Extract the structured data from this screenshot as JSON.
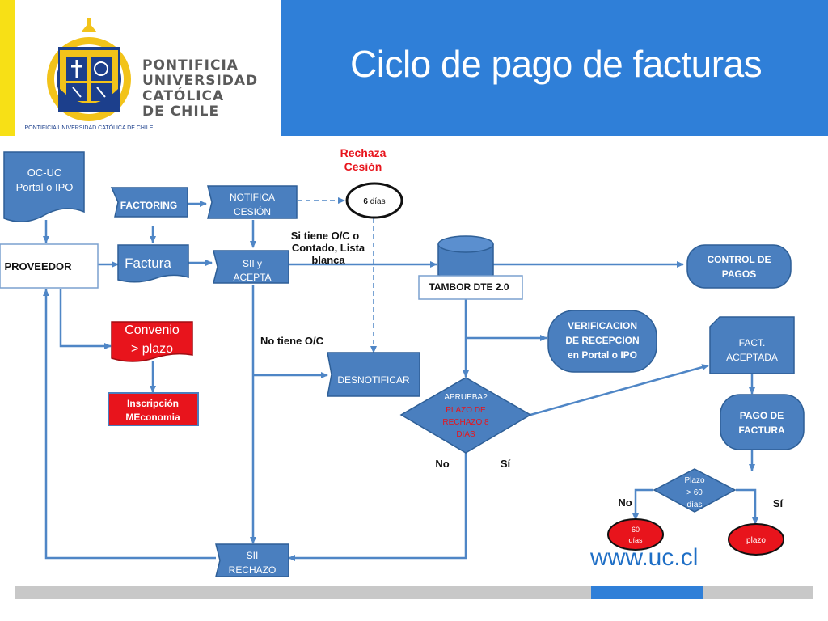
{
  "header": {
    "title": "Ciclo de pago de facturas",
    "university_lines": [
      "PONTIFICIA",
      "UNIVERSIDAD",
      "CATÓLICA",
      "DE CHILE"
    ],
    "seal_text": "PONTIFICIA UNIVERSIDAD CATÓLICA DE CHILE"
  },
  "nodes": {
    "ocuc": [
      "OC-UC",
      "Portal o IPO"
    ],
    "factoring": "FACTORING",
    "notifica": [
      "NOTIFICA",
      "CESIÓN"
    ],
    "seis_dias": {
      "num": "6",
      "unit": "días"
    },
    "rechaza": [
      "Rechaza",
      "Cesión"
    ],
    "proveedor": "PROVEEDOR",
    "factura": "Factura",
    "sii_acepta": [
      "SII y",
      "ACEPTA"
    ],
    "si_tiene": [
      "Si tiene O/C o",
      "Contado, Lista",
      "blanca"
    ],
    "tambor": "TAMBOR DTE 2.0",
    "control": [
      "CONTROL DE",
      "PAGOS"
    ],
    "convenio": [
      "Convenio",
      "> plazo"
    ],
    "inscripcion": [
      "Inscripción",
      "MEconomia"
    ],
    "no_tiene": "No tiene O/C",
    "desnotificar": "DESNOTIFICAR",
    "verificacion": [
      "VERIFICACION",
      "DE RECEPCION",
      "en Portal o IPO"
    ],
    "fact_aceptada": [
      "FACT.",
      "ACEPTADA"
    ],
    "aprueba": {
      "q": "APRUEBA?",
      "detail": [
        "PLAZO DE",
        "RECHAZO 8",
        "DIAS"
      ]
    },
    "no_1": "No",
    "si_1": "Sí",
    "pago": [
      "PAGO DE",
      "FACTURA"
    ],
    "plazo_dec": [
      "Plazo",
      "> 60",
      "días"
    ],
    "no_2": "No",
    "si_2": "Sí",
    "sesenta": [
      "60",
      "días"
    ],
    "plazo": "plazo",
    "sii_rechazo": [
      "SII",
      "RECHAZO"
    ]
  },
  "footer": {
    "url": "www.uc.cl"
  },
  "colors": {
    "node_blue": "#4a7fbf",
    "node_stroke": "#2e5f97",
    "arrow": "#4f86c6",
    "red": "#e8141c",
    "title_blue": "#2f7fd8",
    "yellow": "#f7e016"
  }
}
